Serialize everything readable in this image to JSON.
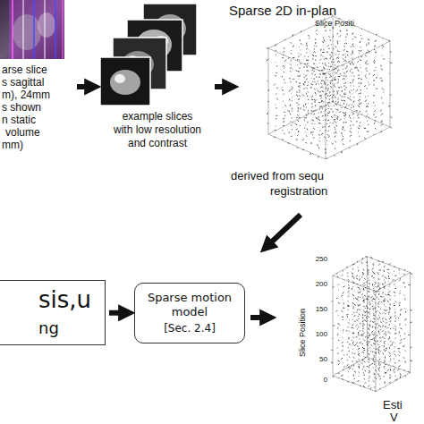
{
  "diagram": {
    "nodes": [
      {
        "text": [
          "sis,u",
          "ng"
        ]
      },
      {
        "text": [
          "Sparse motion model",
          "[Sec. 2.4]"
        ]
      }
    ],
    "edges": [
      {
        "from": 0,
        "to": 1,
        "arrow": "to"
      }
    ],
    "labels": [
      "arse slice",
      "s sagittal",
      "m), 24mm",
      "s shown",
      "n static",
      "volume",
      "mm)",
      "example slices",
      "with low resolution",
      "and contrast",
      "Sparse 2D in-plan",
      "Slice Positi",
      "derived from sequ",
      "registration",
      "Slice Position",
      "250",
      "200",
      "150",
      "100",
      "50",
      "0",
      "Esti",
      "V"
    ]
  }
}
